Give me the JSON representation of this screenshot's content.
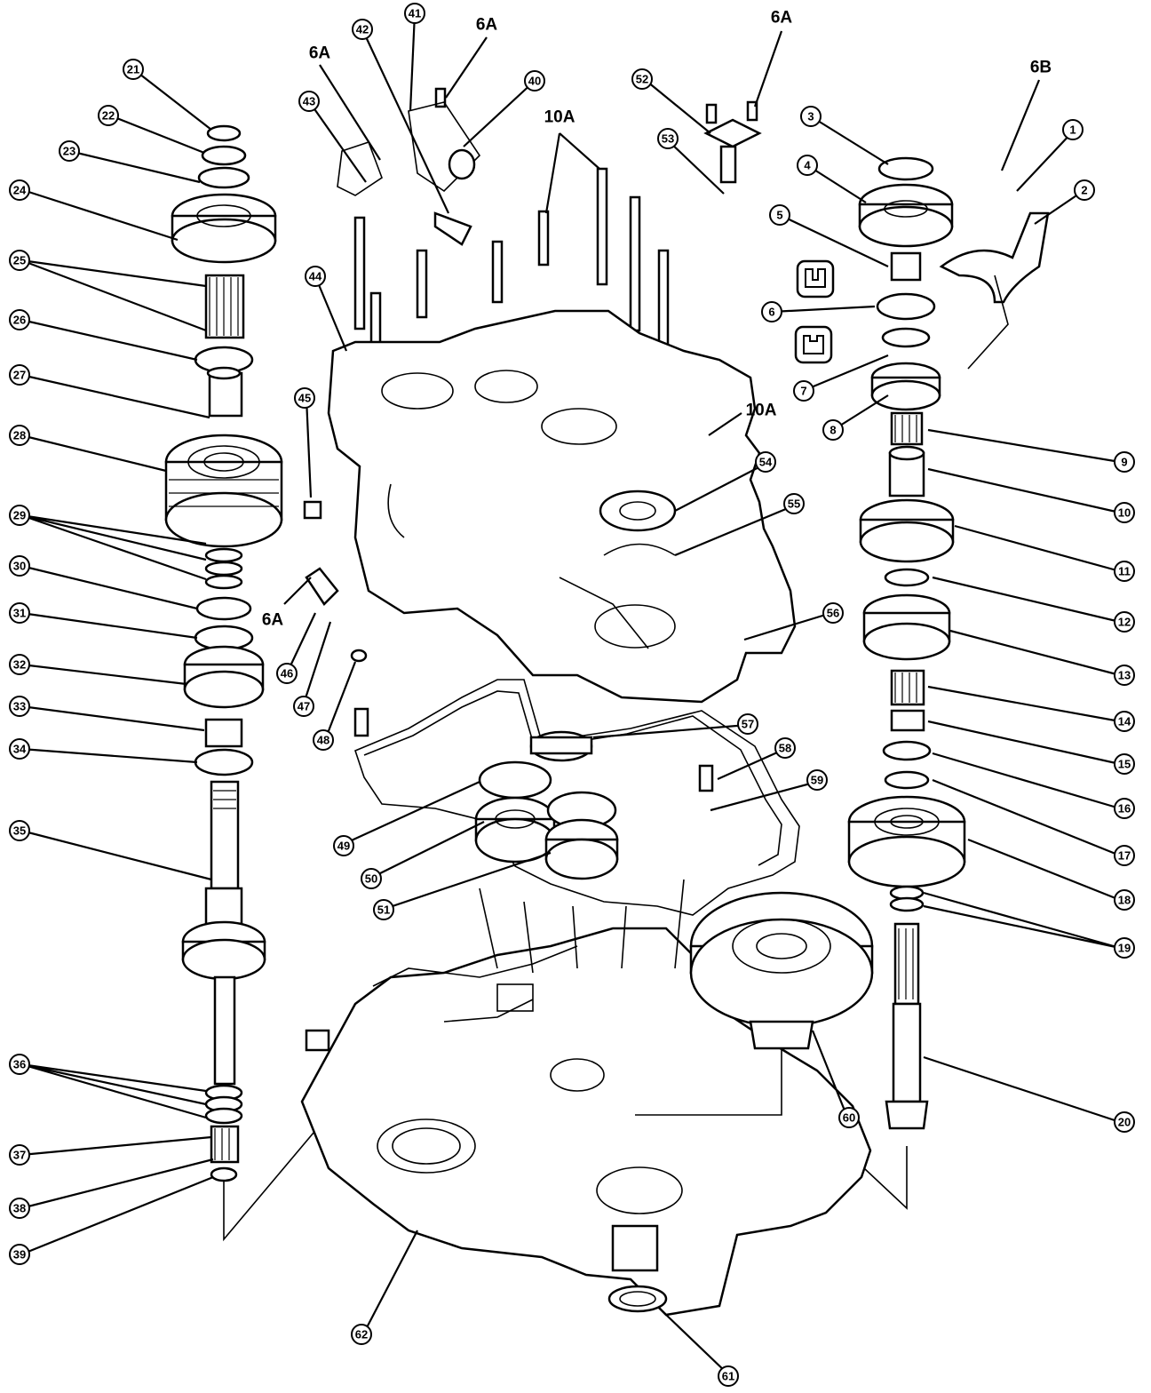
{
  "callouts": [
    "1",
    "2",
    "3",
    "4",
    "5",
    "6",
    "7",
    "8",
    "9",
    "10",
    "11",
    "12",
    "13",
    "14",
    "15",
    "16",
    "17",
    "18",
    "19",
    "20",
    "21",
    "22",
    "23",
    "24",
    "25",
    "26",
    "27",
    "28",
    "29",
    "30",
    "31",
    "32",
    "33",
    "34",
    "35",
    "36",
    "37",
    "38",
    "39",
    "40",
    "41",
    "42",
    "43",
    "44",
    "45",
    "46",
    "47",
    "48",
    "49",
    "50",
    "51",
    "52",
    "53",
    "54",
    "55",
    "56",
    "57",
    "58",
    "59",
    "60",
    "61",
    "62"
  ],
  "torque_labels": {
    "t6a_1": "6A",
    "t6a_2": "6A",
    "t6a_3": "6A",
    "t6a_4": "6A",
    "t6b": "6B",
    "t10a_1": "10A",
    "t10a_2": "10A"
  },
  "icons": [
    "snap-ring-icon",
    "bearing-icon"
  ]
}
